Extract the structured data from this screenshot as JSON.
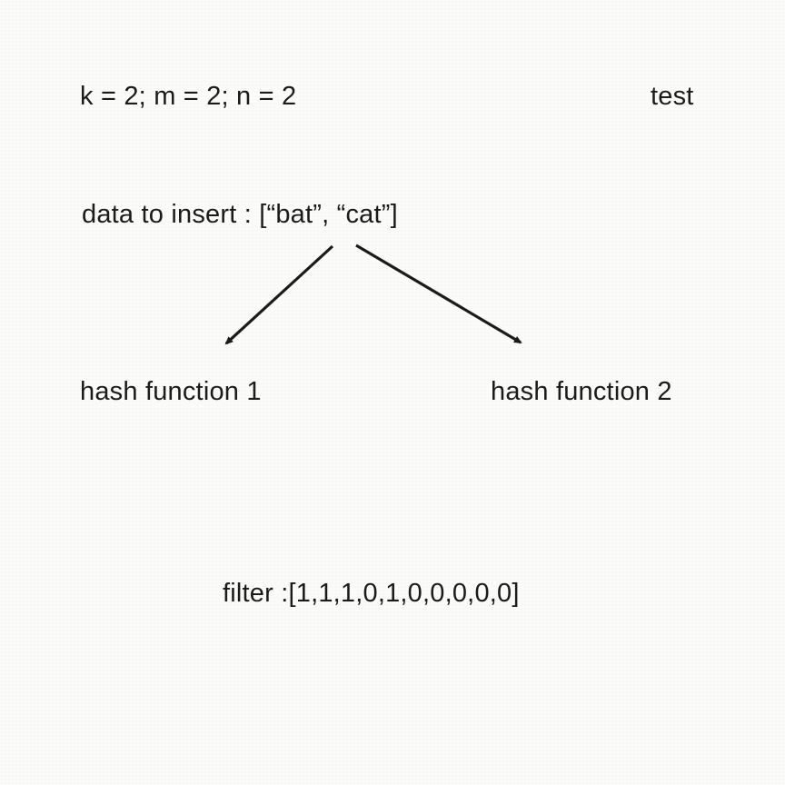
{
  "page": {
    "background_color": "#fbfbf9",
    "text_color": "#1b1b1b",
    "arrow_color": "#1b1b1b"
  },
  "header": {
    "parameters": "k = 2; m = 2; n = 2",
    "mode_label": "test"
  },
  "diagram": {
    "data_to_insert": "data to insert : [“bat”, “cat”]",
    "insert_items": [
      "bat",
      "cat"
    ],
    "hash_function_1": "hash function 1",
    "hash_function_2": "hash function 2",
    "filter_label": "filter :[1,1,1,0,1,0,0,0,0,0]",
    "filter_bits": [
      1,
      1,
      1,
      0,
      1,
      0,
      0,
      0,
      0,
      0
    ],
    "parameters": {
      "k": 2,
      "m": 2,
      "n": 2
    }
  }
}
